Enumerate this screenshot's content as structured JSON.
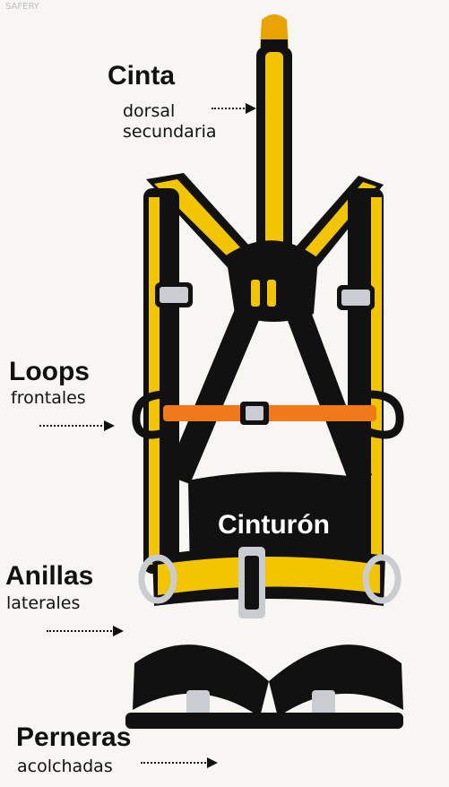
{
  "watermark": "SAFERY",
  "labels": {
    "cinta": {
      "title": "Cinta",
      "line1": "dorsal",
      "line2": "secundaria"
    },
    "loops": {
      "title": "Loops",
      "sub": "frontales"
    },
    "cinturon": {
      "text": "Cinturón"
    },
    "anillas": {
      "title": "Anillas",
      "sub": "laterales"
    },
    "perneras": {
      "title": "Perneras",
      "sub": "acolchadas"
    }
  },
  "colors": {
    "webbing_black": "#111111",
    "webbing_yellow": "#f2c500",
    "chest_orange": "#f07a1a",
    "metal": "#c9ccd1",
    "background": "#f7f6f3"
  }
}
